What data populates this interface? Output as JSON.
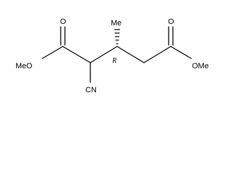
{
  "molecule": {
    "atoms": {
      "o_top_left": "O",
      "o_top_right": "O",
      "methoxy_left": "MeO",
      "methoxy_right": "OMe",
      "methyl": "Me",
      "cyano": "CN"
    },
    "stereo_label": "R"
  }
}
